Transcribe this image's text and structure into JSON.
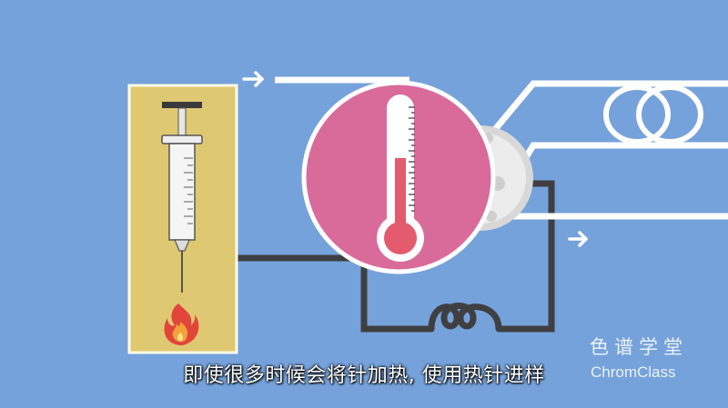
{
  "caption": "即使很多时候会将针加热, 使用热针进样",
  "watermark": {
    "chinese": "色谱学堂",
    "english": "ChromClass"
  },
  "colors": {
    "background": "#75a2da",
    "injector_panel": "#dfc872",
    "heater_circle": "#d96b9a",
    "thermometer_fill": "#e35b6d",
    "wire": "#3f3f42",
    "tubing": "#ffffff"
  },
  "icons": [
    "syringe-icon",
    "flame-icon",
    "thermometer-icon",
    "arrow-right-icon",
    "coil-icon",
    "heater-coil-icon",
    "valve-icon"
  ]
}
